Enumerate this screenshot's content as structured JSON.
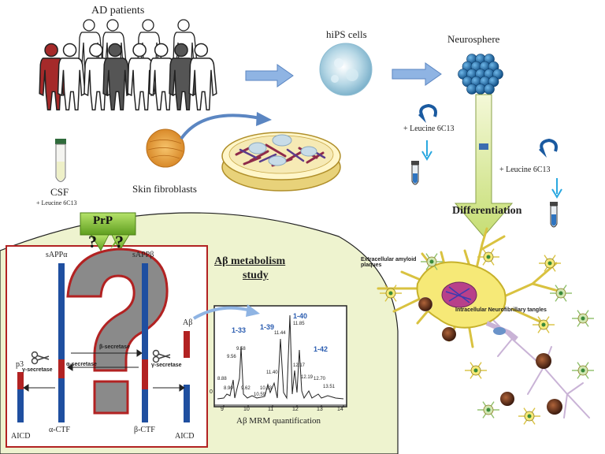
{
  "top": {
    "ad_patients": "AD patients",
    "hips_cells": "hiPS cells",
    "neurosphere": "Neurosphere",
    "csf": "CSF",
    "csf_leucine": "+ Leucine 6C13",
    "skin_fibroblasts": "Skin fibroblasts",
    "leucine_1": "+ Leucine 6C13",
    "leucine_2": "+ Leucine 6C13",
    "differentiation": "Differentiation"
  },
  "metabolism": {
    "prp": "PrP",
    "sapp_a": "sAPPα",
    "sapp_b": "sAPPβ",
    "abeta": "Aβ",
    "p3": "p3",
    "alpha_secretase": "α-secretase",
    "beta_secretase": "β-secretase",
    "gamma_secretase_left": "γ-secretase",
    "gamma_secretase_right": "γ-secretase",
    "alpha_ctf": "α-CTF",
    "beta_ctf": "β-CTF",
    "aicd_left": "AICD",
    "aicd_right": "AICD",
    "qmark_left": "?",
    "qmark_right": "?",
    "big_qmark": "?",
    "study_title_1": "Aβ metabolism",
    "study_title_2": "study",
    "mrm_caption": "Aβ MRM quantification"
  },
  "spectrum": {
    "peaks": [
      "1-33",
      "1-39",
      "1-40",
      "1-42"
    ],
    "values": [
      "8.88",
      "8.90",
      "9.56",
      "9.58",
      "9.62",
      "10.59",
      "10.83",
      "11.40",
      "11.44",
      "11.85",
      "12.17",
      "12.19",
      "12.70",
      "13.51"
    ],
    "x_ticks": [
      "9",
      "10",
      "11",
      "12",
      "13",
      "14"
    ],
    "y_tick": "0"
  },
  "neuron": {
    "extracellular": "Extracellular amyloid plaques",
    "intracellular": "Intracellular Neurofibrillary tangles"
  },
  "colors": {
    "red_patient": "#a52a2a",
    "dark_patient": "#555555",
    "arrow_blue": "#8fb4e3",
    "green_region": "#eef3cf",
    "frame_red": "#b22222",
    "rod_blue": "#1f4fa0",
    "rod_red": "#b22222",
    "prp_green": "#8cc63f"
  }
}
